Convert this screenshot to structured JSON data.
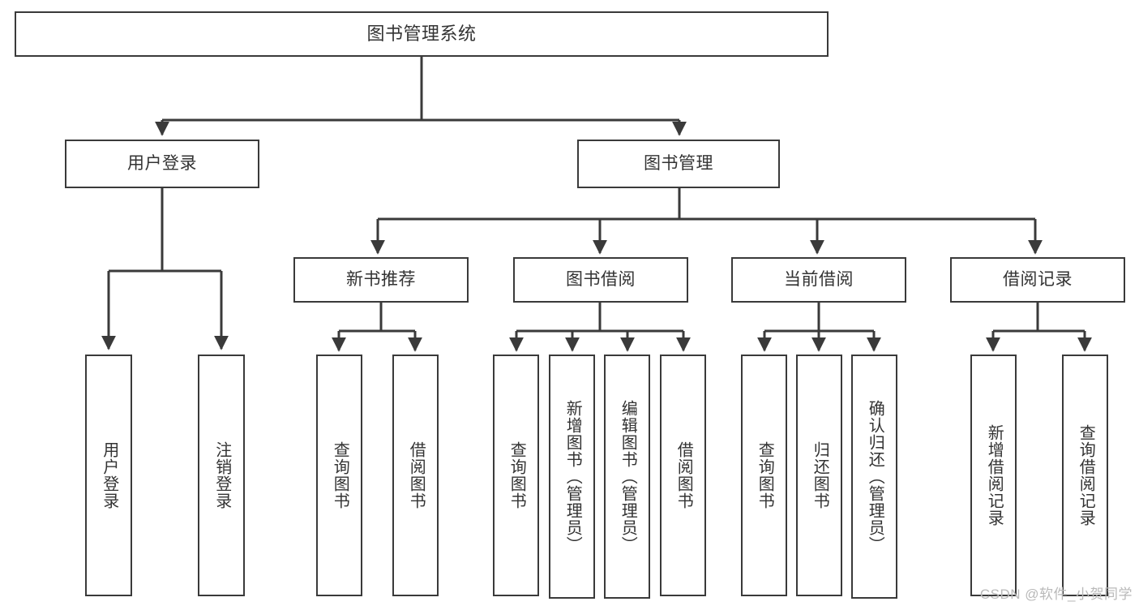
{
  "diagram": {
    "title": "图书管理系统",
    "type": "tree-hierarchy-chart",
    "line_color": "#3a3a3a",
    "text_color": "#333333",
    "background": "#ffffff"
  },
  "nodes": {
    "root": {
      "label": "图书管理系统"
    },
    "level1": [
      {
        "label": "用户登录"
      },
      {
        "label": "图书管理"
      }
    ],
    "level2": [
      {
        "label": "新书推荐"
      },
      {
        "label": "图书借阅"
      },
      {
        "label": "当前借阅"
      },
      {
        "label": "借阅记录"
      }
    ],
    "leaves": {
      "user_login": [
        {
          "label": "用户登录"
        },
        {
          "label": "注销登录"
        }
      ],
      "new_book_recommend": [
        {
          "label": "查询图书"
        },
        {
          "label": "借阅图书"
        }
      ],
      "book_borrow": [
        {
          "label": "查询图书"
        },
        {
          "label": "新增图书（管理员）"
        },
        {
          "label": "编辑图书（管理员）"
        },
        {
          "label": "借阅图书"
        }
      ],
      "current_borrow": [
        {
          "label": "查询图书"
        },
        {
          "label": "归还图书"
        },
        {
          "label": "确认归还（管理员）"
        }
      ],
      "borrow_record": [
        {
          "label": "新增借阅记录"
        },
        {
          "label": "查询借阅记录"
        }
      ]
    }
  },
  "watermark": {
    "text": "CSDN @软件_小贺同学"
  }
}
